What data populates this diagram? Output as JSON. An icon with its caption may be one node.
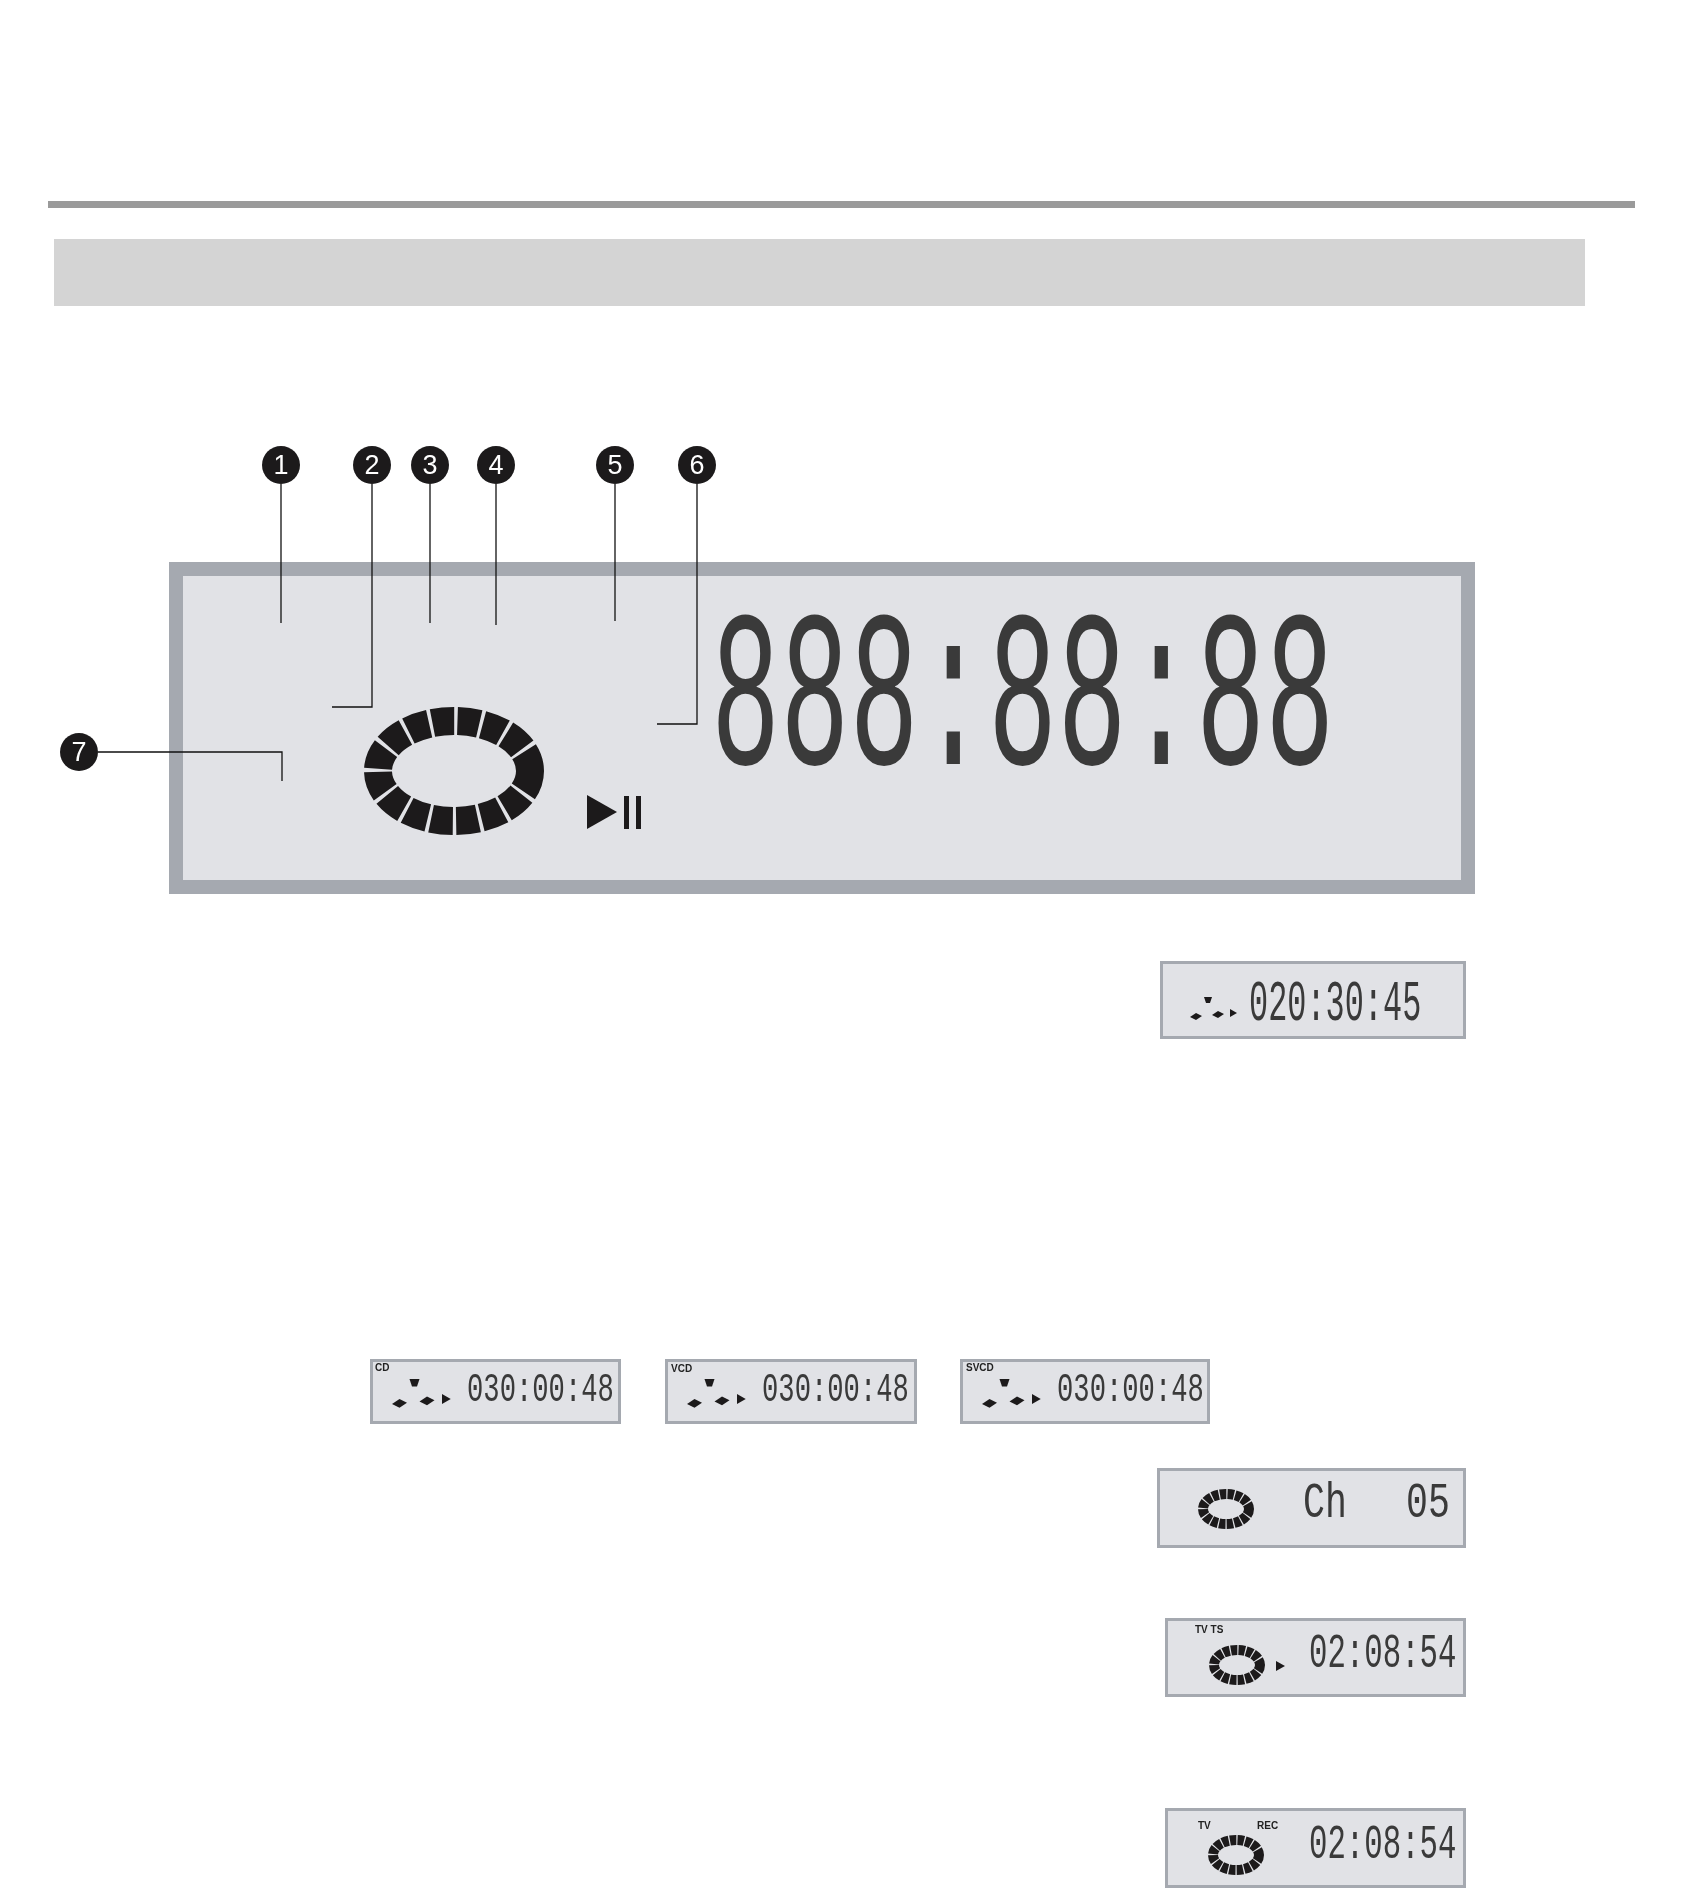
{
  "diagram": {
    "nodes": [
      {
        "text": [
          "1"
        ]
      },
      {
        "text": [
          "2"
        ]
      },
      {
        "text": [
          "3"
        ]
      },
      {
        "text": [
          "4"
        ]
      },
      {
        "text": [
          "5"
        ]
      },
      {
        "text": [
          "6"
        ]
      },
      {
        "text": [
          "7"
        ]
      }
    ],
    "edges": [
      {
        "from": 0,
        "to": null,
        "arrow": "none"
      },
      {
        "from": 1,
        "to": null,
        "arrow": "none"
      },
      {
        "from": 2,
        "to": null,
        "arrow": "none"
      },
      {
        "from": 3,
        "to": null,
        "arrow": "none"
      },
      {
        "from": 4,
        "to": null,
        "arrow": "none"
      },
      {
        "from": 5,
        "to": null,
        "arrow": "none"
      },
      {
        "from": 6,
        "to": null,
        "arrow": "none"
      }
    ],
    "labels": [
      "888:88:88",
      "020:30:45",
      "CD",
      "030:00:48",
      "VCD",
      "030:00:48",
      "SVCD",
      "030:00:48",
      "Ch",
      "05",
      "TV TS",
      "02:08:54",
      "TV",
      "REC",
      "02:08:54"
    ]
  }
}
